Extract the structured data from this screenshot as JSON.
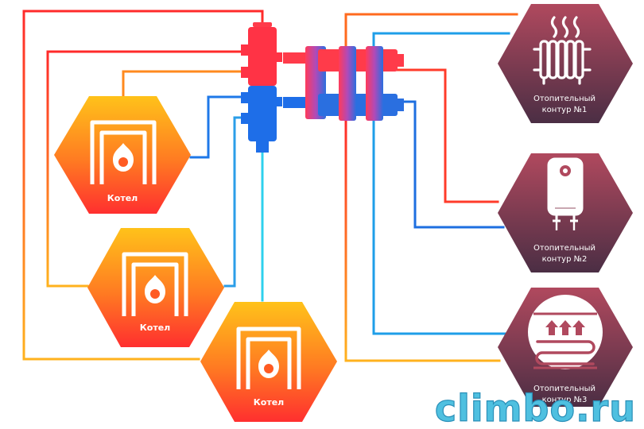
{
  "boilers": [
    {
      "label": "Котел"
    },
    {
      "label": "Котел"
    },
    {
      "label": "Котел"
    }
  ],
  "circuits": [
    {
      "line1": "Отопительный",
      "line2": "контур №1",
      "icon": "radiator-icon"
    },
    {
      "line1": "Отопительный",
      "line2": "контур №2",
      "icon": "water-heater-icon"
    },
    {
      "line1": "Отопительный",
      "line2": "контур №3",
      "icon": "floor-heating-icon"
    }
  ],
  "watermark": "climbo.ru",
  "colors": {
    "boiler_top": "#ffc21a",
    "boiler_bottom": "#ff2f2f",
    "circuit_top": "#b0495e",
    "circuit_bottom": "#4b2e44",
    "supply_pipe": "#ff3b2a",
    "return_pipe": "#1e78e8",
    "cold_pipe": "#2ac8ea"
  }
}
